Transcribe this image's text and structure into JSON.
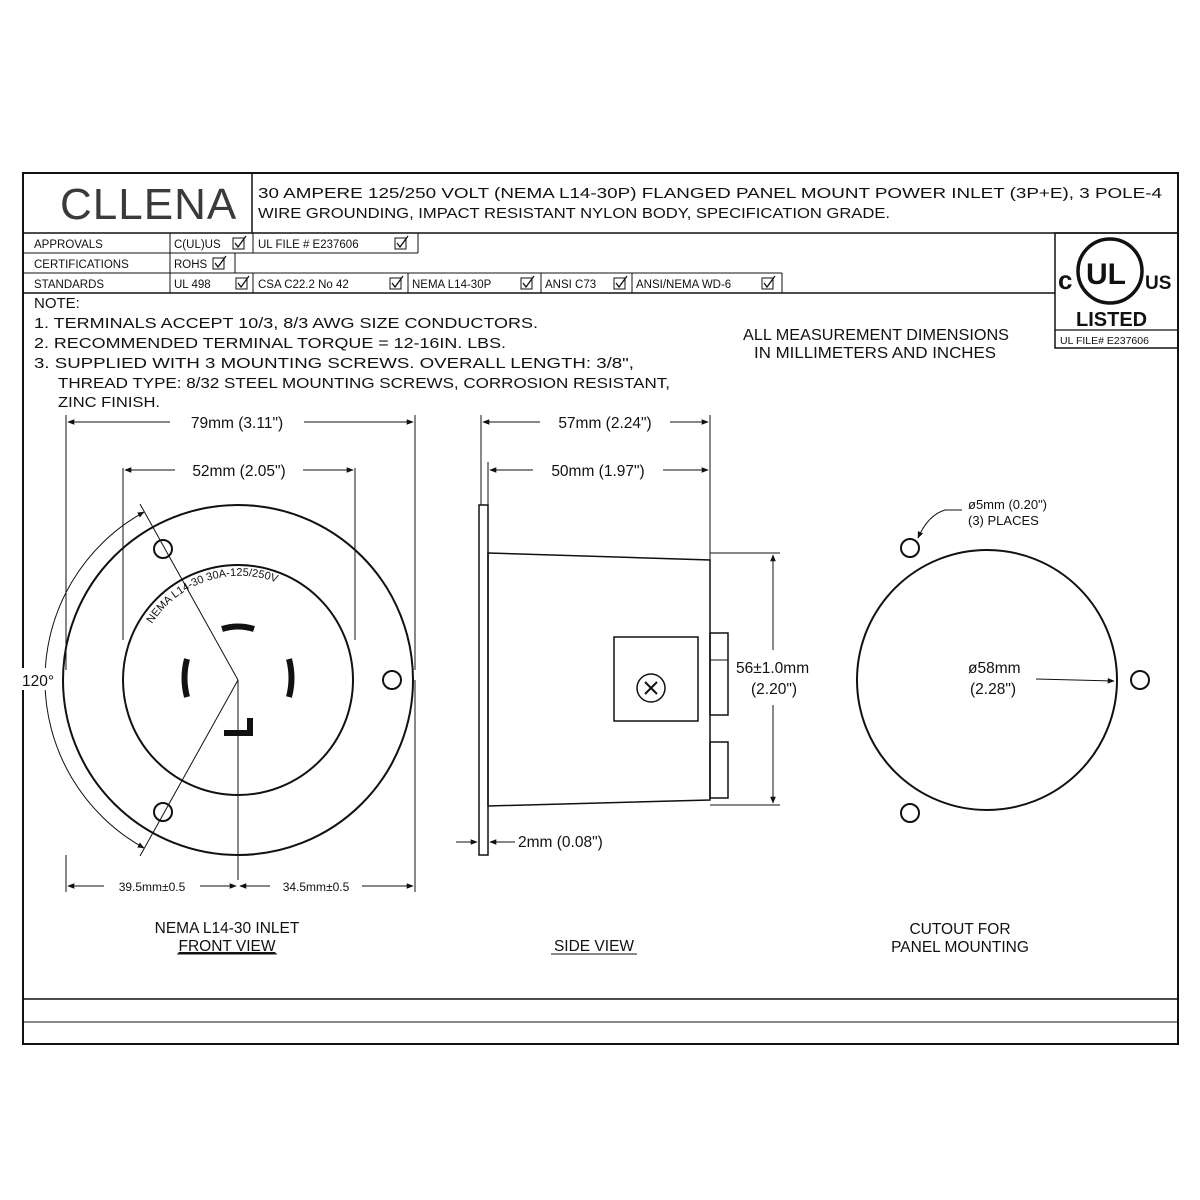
{
  "title_block": {
    "brand": "CLLENA",
    "description_line1": "30 AMPERE 125/250 VOLT (NEMA L14-30P) FLANGED PANEL MOUNT POWER INLET (3P+E), 3 POLE-4",
    "description_line2": "WIRE GROUNDING, IMPACT RESISTANT NYLON BODY, SPECIFICATION GRADE."
  },
  "spec_table": {
    "approvals_label": "APPROVALS",
    "approvals_items": [
      "C(UL)US",
      "UL FILE # E237606"
    ],
    "certifications_label": "CERTIFICATIONS",
    "certifications_items": [
      "ROHS"
    ],
    "standards_label": "STANDARDS",
    "standards_items": [
      "UL 498",
      "CSA C22.2 No 42",
      "NEMA L14-30P",
      "ANSI C73",
      "ANSI/NEMA WD-6"
    ]
  },
  "ul_mark": {
    "c": "c",
    "ul": "UL",
    "us": "US",
    "listed": "LISTED",
    "file": "UL FILE# E237606"
  },
  "notes": {
    "heading": "NOTE:",
    "line1": "1. TERMINALS ACCEPT 10/3, 8/3 AWG SIZE CONDUCTORS.",
    "line2": "2. RECOMMENDED TERMINAL TORQUE = 12-16IN. LBS.",
    "line3": "3. SUPPLIED WITH  3  MOUNTING SCREWS. OVERALL LENGTH: 3/8\",",
    "line4": "THREAD TYPE: 8/32 STEEL MOUNTING SCREWS, CORROSION RESISTANT,",
    "line5": "ZINC FINISH."
  },
  "measurement_note": {
    "line1": "ALL MEASUREMENT DIMENSIONS",
    "line2": "IN MILLIMETERS AND INCHES"
  },
  "front_view": {
    "dim_overall": "79mm (3.11\")",
    "dim_inner": "52mm (2.05\")",
    "dim_angle": "120°",
    "dim_left": "39.5mm±0.5",
    "dim_right": "34.5mm±0.5",
    "face_text": "NEMA L14-30  30A-125/250V",
    "caption_line1": "NEMA L14-30 INLET",
    "caption_line2": "FRONT VIEW"
  },
  "side_view": {
    "dim_overall": "57mm (2.24\")",
    "dim_body": "50mm (1.97\")",
    "dim_height_1": "56±1.0mm",
    "dim_height_2": "(2.20\")",
    "dim_flange": "2mm (0.08\")",
    "caption": "SIDE VIEW"
  },
  "cutout_view": {
    "dim_hole_1": "ø5mm (0.20\")",
    "dim_hole_2": "(3) PLACES",
    "dim_dia_1": "ø58mm",
    "dim_dia_2": "(2.28\")",
    "caption_line1": "CUTOUT FOR",
    "caption_line2": "PANEL MOUNTING"
  }
}
